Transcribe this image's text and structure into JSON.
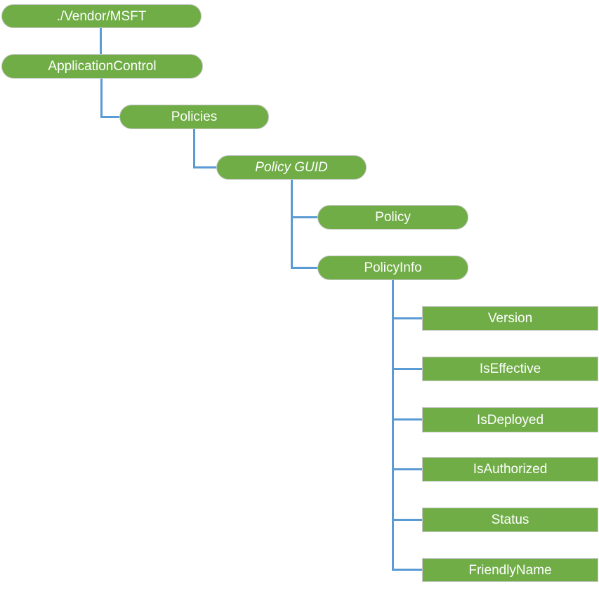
{
  "diagram": {
    "type": "tree",
    "nodes": [
      {
        "label": "./Vendor/MSFT",
        "shape": "pill"
      },
      {
        "label": "ApplicationControl",
        "shape": "pill"
      },
      {
        "label": "Policies",
        "shape": "pill"
      },
      {
        "label": "Policy GUID",
        "shape": "pill",
        "italic": true
      },
      {
        "label": "Policy",
        "shape": "pill"
      },
      {
        "label": "PolicyInfo",
        "shape": "pill"
      },
      {
        "label": "Version",
        "shape": "rect"
      },
      {
        "label": "IsEffective",
        "shape": "rect"
      },
      {
        "label": "IsDeployed",
        "shape": "rect"
      },
      {
        "label": "IsAuthorized",
        "shape": "rect"
      },
      {
        "label": "Status",
        "shape": "rect"
      },
      {
        "label": "FriendlyName",
        "shape": "rect"
      }
    ],
    "edges": [
      [
        "./Vendor/MSFT",
        "ApplicationControl"
      ],
      [
        "ApplicationControl",
        "Policies"
      ],
      [
        "Policies",
        "Policy GUID"
      ],
      [
        "Policy GUID",
        "Policy"
      ],
      [
        "Policy GUID",
        "PolicyInfo"
      ],
      [
        "PolicyInfo",
        "Version"
      ],
      [
        "PolicyInfo",
        "IsEffective"
      ],
      [
        "PolicyInfo",
        "IsDeployed"
      ],
      [
        "PolicyInfo",
        "IsAuthorized"
      ],
      [
        "PolicyInfo",
        "Status"
      ],
      [
        "PolicyInfo",
        "FriendlyName"
      ]
    ],
    "colors": {
      "node_fill": "#70AD47",
      "node_border": "#C6C6C6",
      "connector": "#5B9BD5",
      "text": "#FFFFFF",
      "background": "#FFFFFF"
    }
  }
}
